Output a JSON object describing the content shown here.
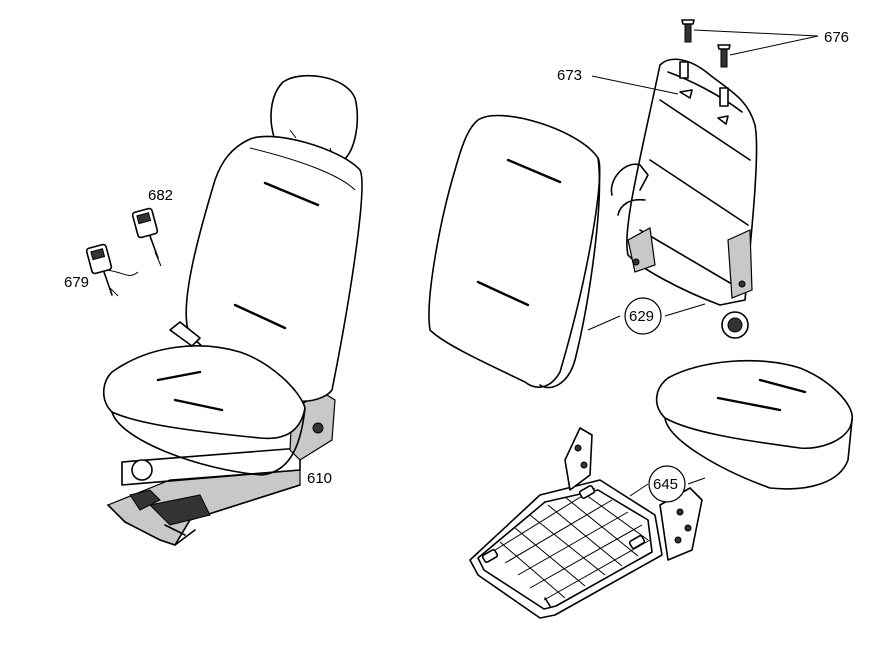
{
  "callouts": {
    "c676": "676",
    "c673": "673",
    "c682": "682",
    "c679": "679",
    "c629": "629",
    "c610": "610",
    "c645": "645"
  }
}
